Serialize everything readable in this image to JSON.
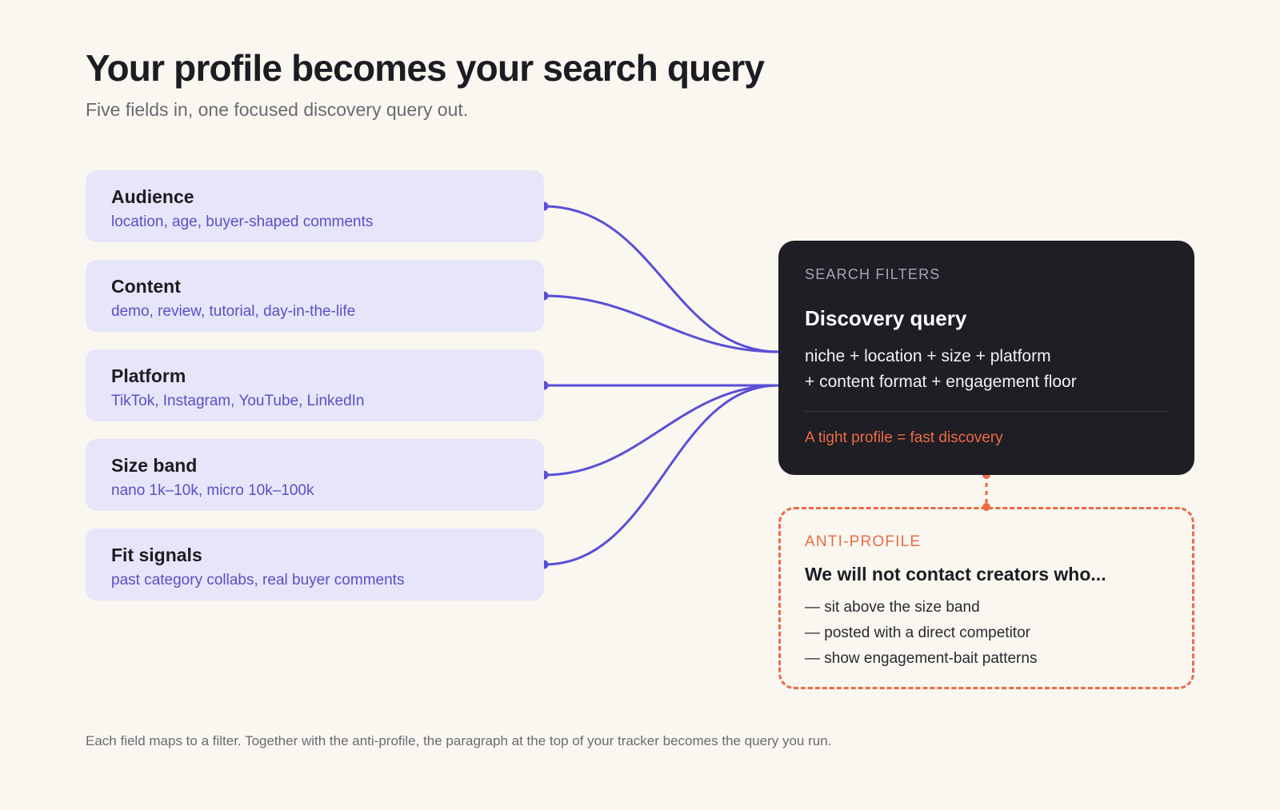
{
  "header": {
    "title": "Your profile becomes your search query",
    "subtitle": "Five fields in, one focused discovery query out."
  },
  "fields": [
    {
      "label": "Audience",
      "desc": "location, age, buyer-shaped comments"
    },
    {
      "label": "Content",
      "desc": "demo, review, tutorial, day-in-the-life"
    },
    {
      "label": "Platform",
      "desc": "TikTok, Instagram, YouTube, LinkedIn"
    },
    {
      "label": "Size band",
      "desc": "nano 1k–10k, micro 10k–100k"
    },
    {
      "label": "Fit signals",
      "desc": "past category collabs, real buyer comments"
    }
  ],
  "query_card": {
    "eyebrow": "SEARCH FILTERS",
    "title": "Discovery query",
    "line1": "niche + location + size + platform",
    "line2": "+ content format + engagement floor",
    "note": "A tight profile = fast discovery"
  },
  "anti_profile": {
    "eyebrow": "ANTI-PROFILE",
    "title": "We will not contact creators who...",
    "items": [
      "— sit above the size band",
      "— posted with a direct competitor",
      "— show engagement-bait patterns"
    ]
  },
  "footer": "Each field maps to a filter. Together with the anti-profile, the paragraph at the top of your tracker becomes the query you run.",
  "colors": {
    "background": "#f9f7f0",
    "field_bg": "#e7e5f9",
    "accent_purple": "#5a4fd6",
    "card_dark": "#1e1e24",
    "accent_orange": "#ef6a45"
  }
}
